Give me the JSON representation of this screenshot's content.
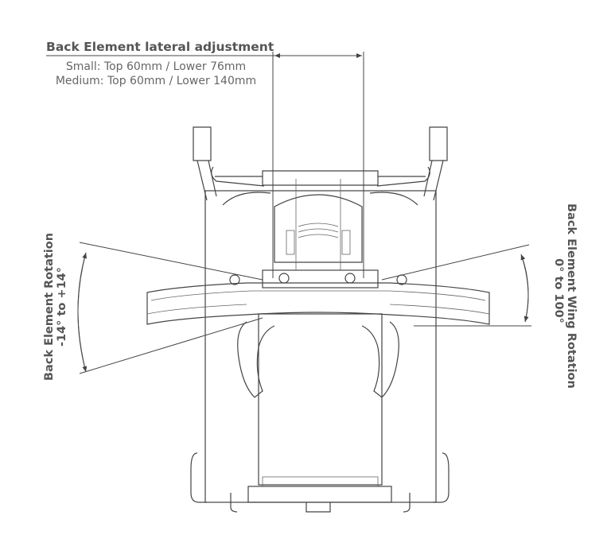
{
  "top_dimension": {
    "title": "Back Element  lateral adjustment",
    "small": "Small: Top 60mm / Lower 76mm",
    "medium": "Medium: Top 60mm / Lower 140mm"
  },
  "left_dimension": {
    "title": "Back Element Rotation",
    "range": "-14° to +14°"
  },
  "right_dimension": {
    "title": "Back Element Wing Rotation",
    "range": "0° to 100°"
  },
  "colors": {
    "line": "#444444",
    "text": "#555555"
  }
}
